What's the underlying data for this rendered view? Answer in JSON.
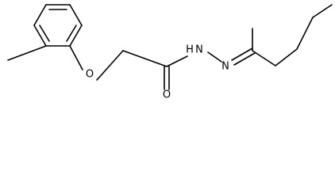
{
  "molecule": {
    "atoms": {
      "ether_oxygen": "O",
      "carbonyl_oxygen": "O",
      "amide_nitrogen": "N",
      "imine_nitrogen": "N",
      "amide_hydrogen": "H"
    }
  },
  "colors": {
    "bond": "#000000",
    "label": "#000000",
    "background": "#ffffff"
  }
}
